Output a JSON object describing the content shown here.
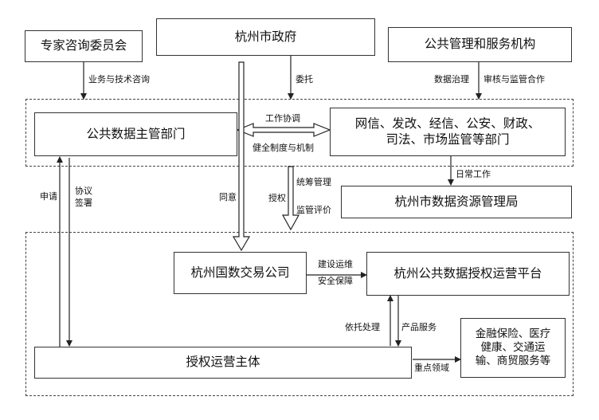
{
  "nodes": {
    "expert_committee": "专家咨询委员会",
    "city_government": "杭州市政府",
    "public_institutions": "公共管理和服务机构",
    "data_authority": "公共数据主管部门",
    "departments_line1": "网信、发改、经信、公安、财政、",
    "departments_line2": "司法、市场监管等部门",
    "data_bureau": "杭州市数据资源管理局",
    "trading_company": "杭州国数交易公司",
    "operation_platform": "杭州公共数据授权运营平台",
    "operating_entity": "授权运营主体",
    "fields_line1": "金融保险、医疗",
    "fields_line2": "健康、交通运",
    "fields_line3": "输、商贸服务等"
  },
  "edge_labels": {
    "business_consulting": "业务与技术咨询",
    "entrust": "委托",
    "data_governance": "数据治理",
    "review_cooperation": "审核与监管合作",
    "work_coordination": "工作协调",
    "system_mechanism": "健全制度与机制",
    "daily_work": "日常工作",
    "authorize": "授权",
    "overall_management": "统筹管理",
    "supervision_evaluation": "监管评价",
    "apply": "申请",
    "agreement_line1": "协议",
    "agreement_line2": "签署",
    "agree": "同意",
    "construction_ops": "建设运维",
    "security_guarantee": "安全保障",
    "rely_processing": "依托处理",
    "product_service": "产品服务",
    "key_fields": "重点领域"
  }
}
